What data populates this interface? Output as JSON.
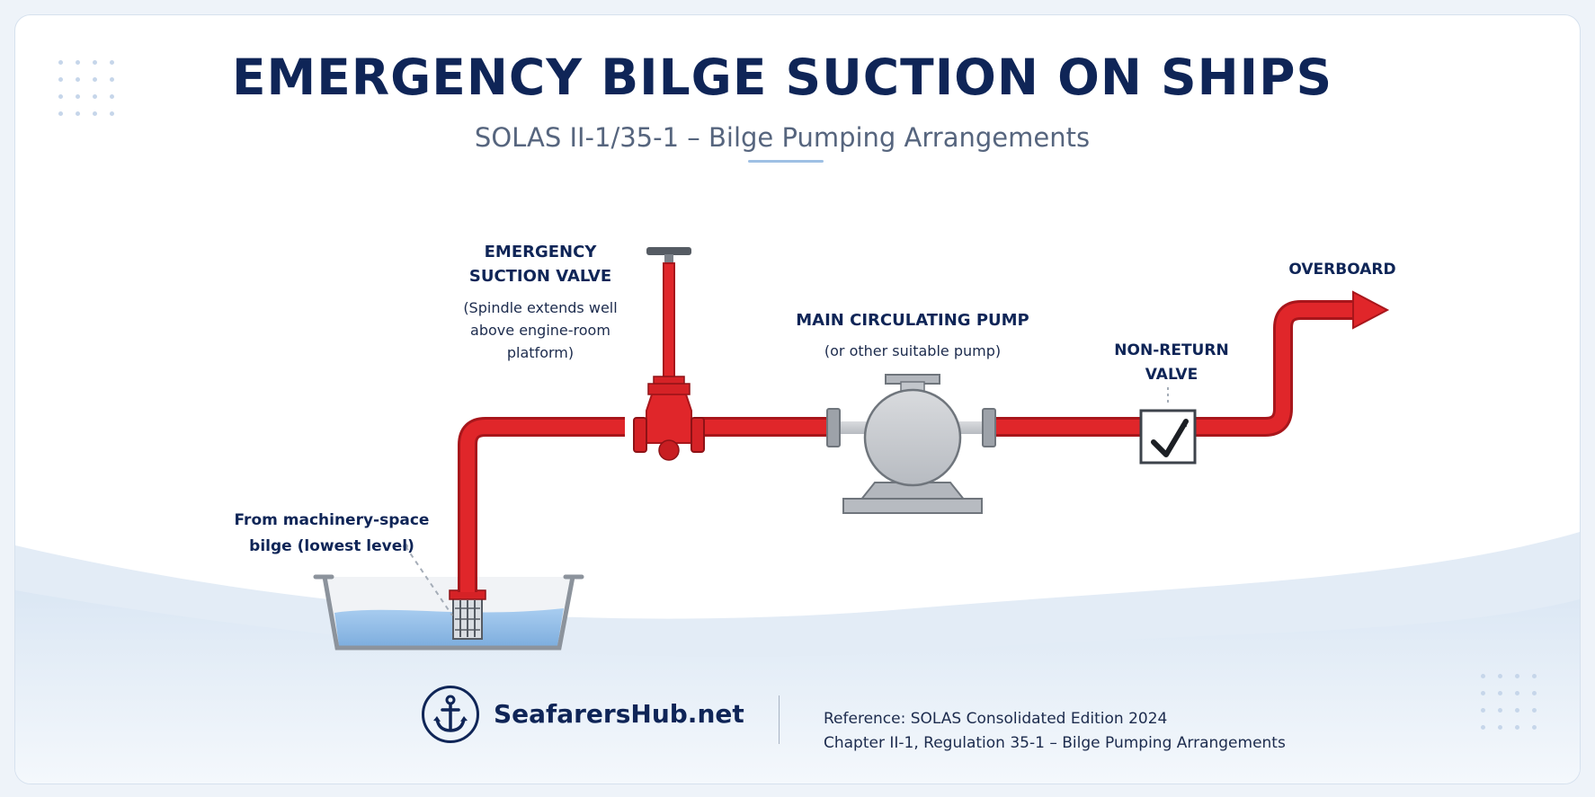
{
  "header": {
    "title": "EMERGENCY BILGE SUCTION ON SHIPS",
    "subtitle": "SOLAS II-1/35-1 – Bilge Pumping Arrangements"
  },
  "labels": {
    "valve_title_1": "EMERGENCY",
    "valve_title_2": "SUCTION VALVE",
    "valve_note_1": "(Spindle extends well",
    "valve_note_2": "above engine-room",
    "valve_note_3": "platform)",
    "pump_title": "MAIN CIRCULATING PUMP",
    "pump_note": "(or other suitable pump)",
    "nrv_title_1": "NON-RETURN",
    "nrv_title_2": "VALVE",
    "overboard": "OVERBOARD",
    "bilge_1": "From machinery-space",
    "bilge_2": "bilge (lowest level)"
  },
  "colors": {
    "pipe": "#e0262a",
    "pipe_dark": "#a8161b",
    "pump_gray": "#c9ccd1",
    "water": "#8fbbe8",
    "navy": "#0f2557"
  },
  "footer": {
    "logo_icon": "anchor-icon",
    "brand": "SeafarersHub.net",
    "reference_1": "Reference: SOLAS Consolidated Edition 2024",
    "reference_2": "Chapter II-1, Regulation 35-1 – Bilge Pumping Arrangements"
  }
}
